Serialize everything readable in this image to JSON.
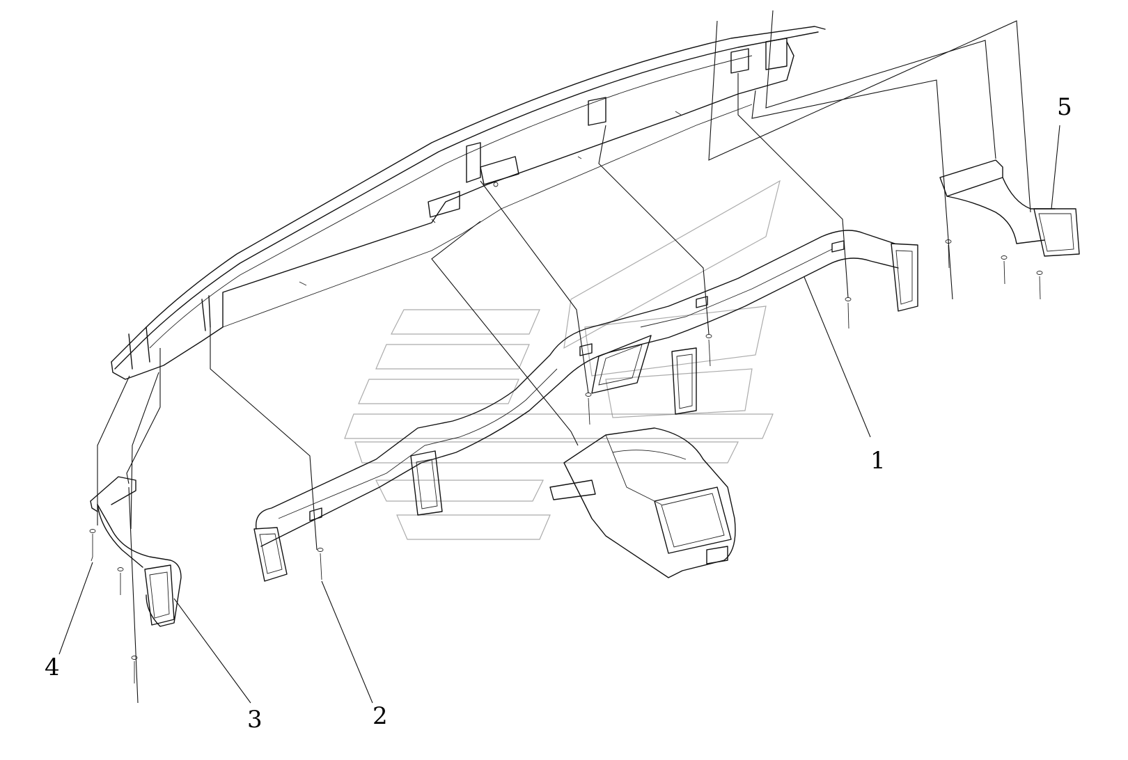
{
  "callouts": [
    {
      "id": "1",
      "label": "1"
    },
    {
      "id": "2",
      "label": "2"
    },
    {
      "id": "3",
      "label": "3"
    },
    {
      "id": "4",
      "label": "4"
    },
    {
      "id": "5",
      "label": "5"
    }
  ],
  "colors": {
    "ink": "#111111",
    "background": "#ffffff",
    "watermark": "#666666"
  }
}
